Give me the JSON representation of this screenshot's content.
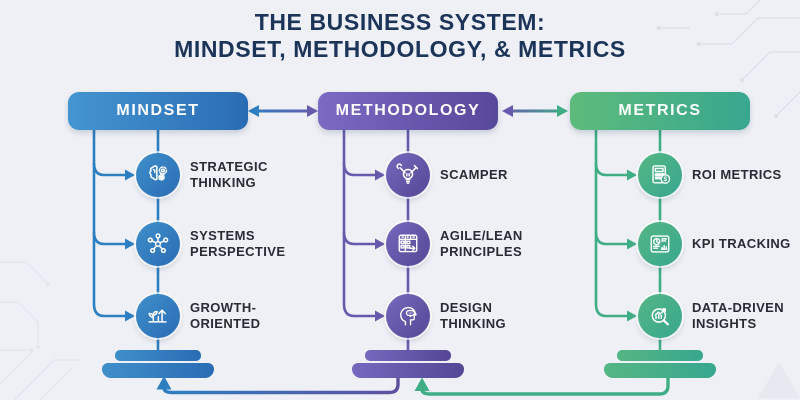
{
  "title": {
    "line1": "THE BUSINESS SYSTEM:",
    "line2": "MINDSET, METHODOLOGY, & METRICS"
  },
  "colors": {
    "background": "#eef0f5",
    "title_text": "#1b3458",
    "label_text": "#2b2b33",
    "mindset_accent": "#2e7fc1",
    "methodology_accent": "#675aac",
    "metrics_accent": "#3fae85"
  },
  "columns": [
    {
      "label": "MINDSET",
      "items": [
        {
          "label": "STRATEGIC THINKING",
          "icon": "brain-gears-icon"
        },
        {
          "label": "SYSTEMS PERSPECTIVE",
          "icon": "network-nodes-icon"
        },
        {
          "label": "GROWTH-ORIENTED",
          "icon": "sprout-growth-arrow-icon"
        }
      ]
    },
    {
      "label": "METHODOLOGY",
      "items": [
        {
          "label": "SCAMPER",
          "icon": "lightbulb-tools-icon"
        },
        {
          "label": "AGILE/LEAN PRINCIPLES",
          "icon": "kanban-board-arrow-icon"
        },
        {
          "label": "DESIGN THINKING",
          "icon": "head-speech-bubble-icon"
        }
      ]
    },
    {
      "label": "METRICS",
      "items": [
        {
          "label": "ROI METRICS",
          "icon": "calculator-dollar-icon"
        },
        {
          "label": "KPI TRACKING",
          "icon": "dashboard-charts-icon"
        },
        {
          "label": "DATA-DRIVEN INSIGHTS",
          "icon": "magnifier-chart-icon"
        }
      ]
    }
  ],
  "relationships": {
    "top_arrows": [
      {
        "between": [
          "MINDSET",
          "METHODOLOGY"
        ],
        "type": "bidirectional"
      },
      {
        "between": [
          "METHODOLOGY",
          "METRICS"
        ],
        "type": "bidirectional"
      }
    ],
    "feedback_arrows": [
      {
        "from": "METHODOLOGY",
        "to": "MINDSET"
      },
      {
        "from": "METRICS",
        "to": "METHODOLOGY"
      }
    ]
  }
}
